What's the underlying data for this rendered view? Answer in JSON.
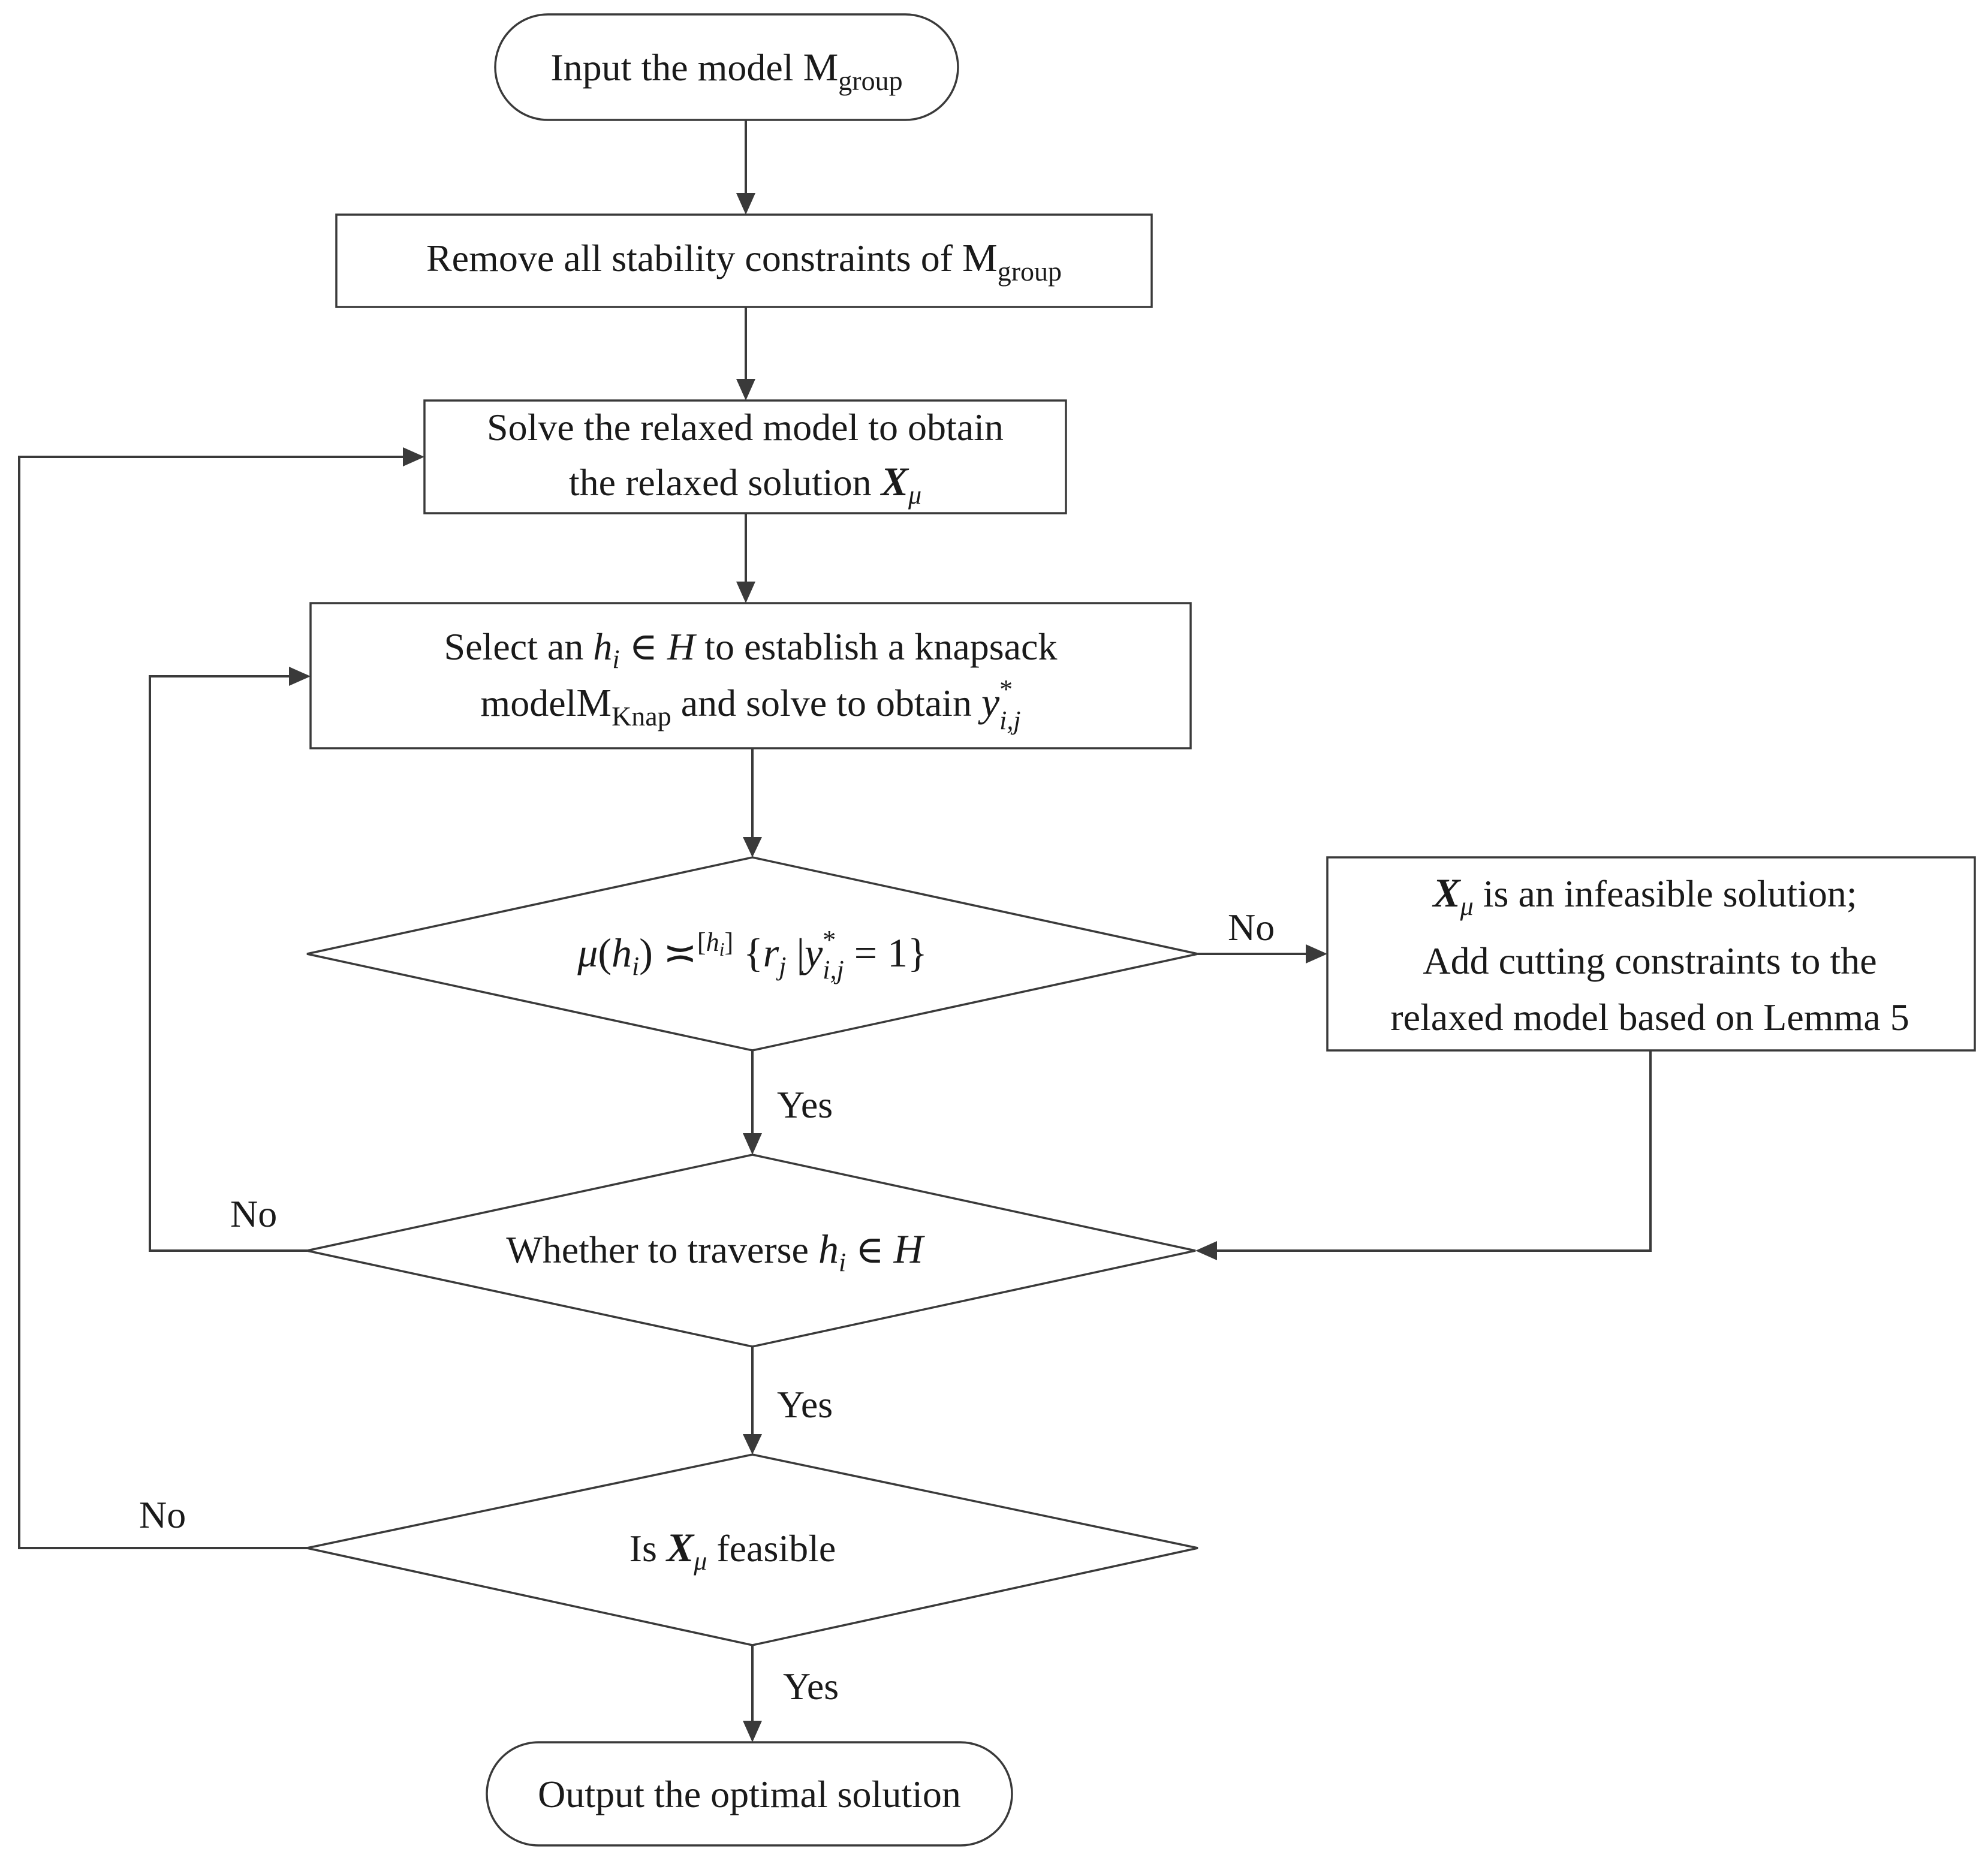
{
  "nodes": {
    "start": {
      "prefix": "Input the model ",
      "m": "M",
      "sub": "group"
    },
    "remove": {
      "prefix": "Remove all stability constraints of  ",
      "m": "M",
      "sub": "group"
    },
    "solve": {
      "line1": "Solve the relaxed model to obtain",
      "line2_prefix": "the relaxed solution ",
      "x": "X",
      "mu": "μ"
    },
    "select": {
      "l1_a": "Select an ",
      "h": "h",
      "i": "i",
      "elem": " ∈ ",
      "H": "H",
      "l1_b": "  to establish a knapsack",
      "l2_a": "model",
      "m": "M",
      "sub": "Knap",
      "l2_b": " and solve to obtain ",
      "y": "y",
      "sup": "*",
      "sub_y": "i,j"
    },
    "decision1": {
      "mu": "μ",
      "h": "h",
      "i": "i",
      "rel": "≍",
      "sup_h": "h",
      "sup_i": "i",
      "r": "r",
      "j": "j",
      "y": "y",
      "y_sup": "*",
      "y_sub": "i,j",
      "eq": "= 1"
    },
    "infeasible": {
      "x": "X",
      "mu": "μ",
      "l1": " is an infeasible solution;",
      "l2": "Add cutting constraints to the",
      "l3": "relaxed model based on Lemma 5"
    },
    "decision2": {
      "prefix": "Whether to traverse  ",
      "h": "h",
      "i": "i",
      "elem": " ∈ ",
      "H": "H"
    },
    "decision3": {
      "prefix": "Is  ",
      "x": "X",
      "mu": "μ",
      "suffix": " feasible"
    },
    "end": {
      "label": "Output the optimal solution"
    }
  },
  "edge_labels": {
    "d1_no": "No",
    "d1_yes": "Yes",
    "d2_no": "No",
    "d2_yes": "Yes",
    "d3_no": "No",
    "d3_yes": "Yes"
  }
}
